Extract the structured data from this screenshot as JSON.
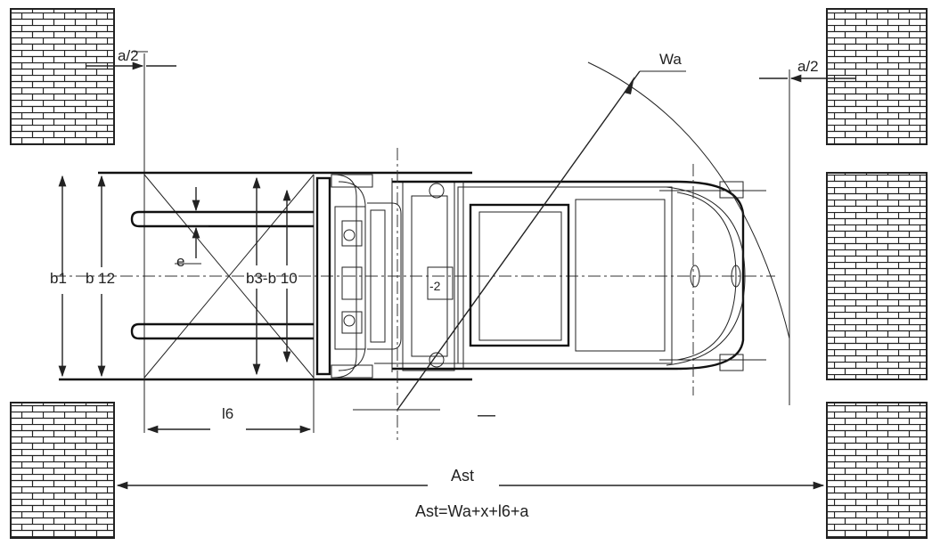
{
  "labels": {
    "a_half_left": "a/2",
    "a_half_right": "a/2",
    "wa": "Wa",
    "b1": "b1",
    "b12": "b 12",
    "b3_b10": "b3-b 10",
    "e": "e",
    "l6": "l6",
    "ast": "Ast",
    "formula": "Ast=Wa+x+l6+a",
    "x": "—"
  },
  "colors": {
    "ink": "#222222",
    "brick_fill": "#ffffff",
    "background": "#ffffff"
  }
}
